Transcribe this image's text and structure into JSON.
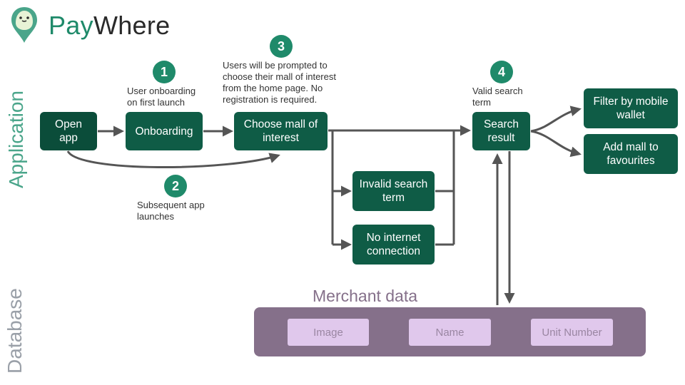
{
  "brand": {
    "pay": "Pay",
    "where": "Where",
    "icon": "map-pin-face-icon"
  },
  "lanes": {
    "application": "Application",
    "database": "Database"
  },
  "nodes": {
    "open_app": "Open app",
    "onboarding": "Onboarding",
    "choose_mall": "Choose mall of interest",
    "invalid_search": "Invalid search term",
    "no_internet": "No internet connection",
    "search_result": "Search result",
    "filter_wallet": "Filter by mobile wallet",
    "add_mall": "Add mall to favourites"
  },
  "steps": [
    {
      "number": "1",
      "note": "User onboarding on first launch"
    },
    {
      "number": "2",
      "note": "Subsequent app launches"
    },
    {
      "number": "3",
      "note": "Users will be prompted to choose their mall of interest from the home page. No registration is required."
    },
    {
      "number": "4",
      "note": "Valid search term"
    }
  ],
  "database": {
    "title": "Merchant data",
    "fields": [
      "Image",
      "Name",
      "Unit Number"
    ]
  },
  "colors": {
    "node": "#0f5c46",
    "badge": "#1f8a6a",
    "lane_application": "#4aa58a",
    "database_panel": "#85708a",
    "database_field": "#e0c8ec",
    "edge": "#555555"
  }
}
